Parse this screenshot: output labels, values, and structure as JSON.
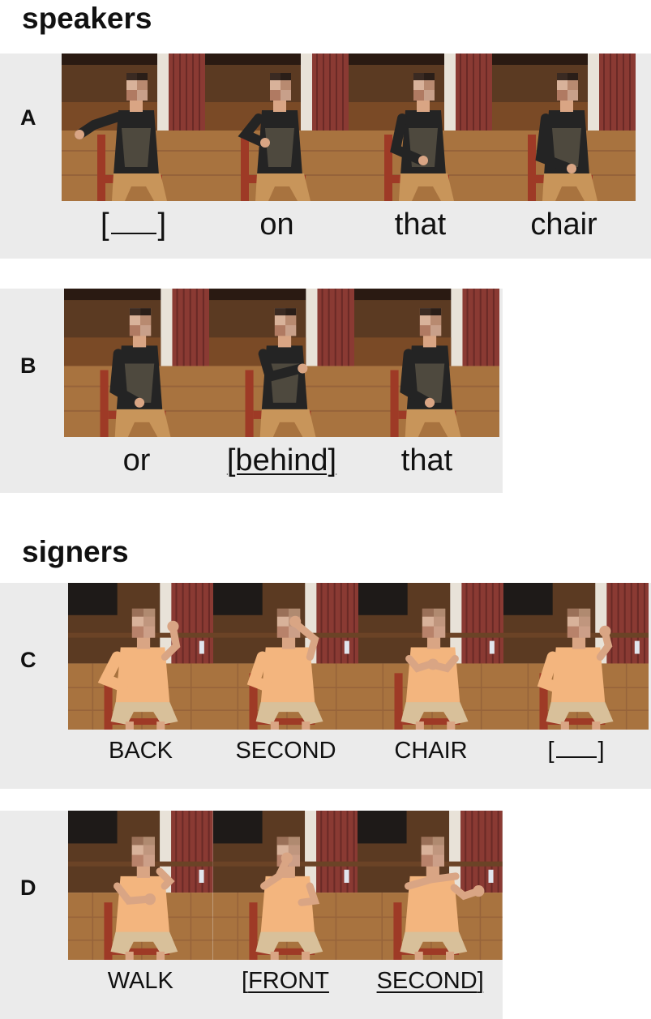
{
  "headings": {
    "speakers": "speakers",
    "signers": "signers"
  },
  "panels": {
    "A": {
      "letter": "A",
      "captions": [
        {
          "pre": "[",
          "text": "",
          "post": "]",
          "blank": true,
          "underline": false
        },
        {
          "pre": "",
          "text": "on",
          "post": "",
          "blank": false,
          "underline": false
        },
        {
          "pre": "",
          "text": "that",
          "post": "",
          "blank": false,
          "underline": false
        },
        {
          "pre": "",
          "text": "chair",
          "post": "",
          "blank": false,
          "underline": false
        }
      ]
    },
    "B": {
      "letter": "B",
      "captions": [
        {
          "pre": "",
          "text": "or",
          "post": "",
          "blank": false,
          "underline": false
        },
        {
          "pre": "",
          "text": "[behind]",
          "post": "",
          "blank": false,
          "underline": true
        },
        {
          "pre": "",
          "text": "that",
          "post": "",
          "blank": false,
          "underline": false
        }
      ]
    },
    "C": {
      "letter": "C",
      "captions": [
        {
          "pre": "",
          "text": "BACK",
          "post": "",
          "blank": false,
          "underline": false
        },
        {
          "pre": "",
          "text": "SECOND",
          "post": "",
          "blank": false,
          "underline": false
        },
        {
          "pre": "",
          "text": "CHAIR",
          "post": "",
          "blank": false,
          "underline": false
        },
        {
          "pre": "[",
          "text": "",
          "post": "]",
          "blank": true,
          "underline": false
        }
      ]
    },
    "D": {
      "letter": "D",
      "captions": [
        {
          "pre": "",
          "text": "WALK",
          "post": "",
          "blank": false,
          "underline": false
        },
        {
          "pre": "[",
          "text": "FRONT",
          "post": "",
          "blank": false,
          "underline": true
        },
        {
          "pre": "",
          "text": "SECOND",
          "post": "]",
          "blank": false,
          "underline": true
        }
      ]
    }
  },
  "colors": {
    "panel_bg": "#ebebeb",
    "curtain": "#8a3a33",
    "floor": "#a8733f",
    "speaker_shirt": "#242424",
    "speaker_pants": "#c8955a",
    "signer_shirt": "#f3b57e",
    "signer_shorts": "#d8c09a",
    "chair": "#9e3a26",
    "skin": "#d9a584"
  }
}
